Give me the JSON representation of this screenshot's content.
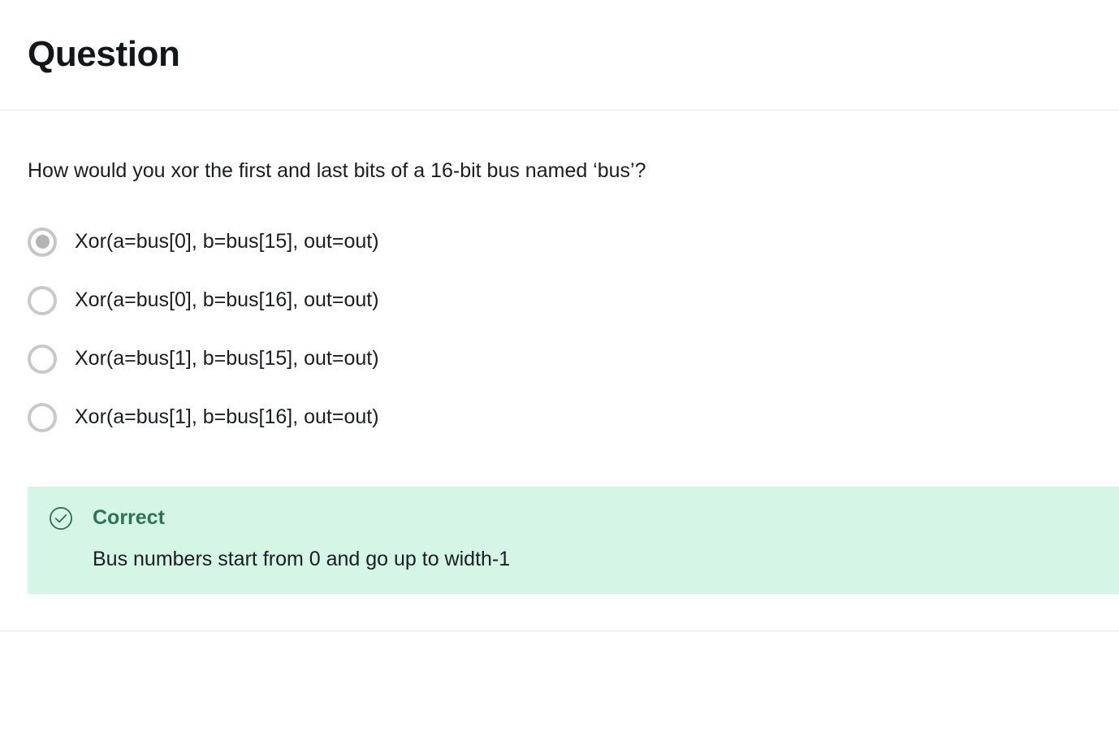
{
  "header": {
    "title": "Question"
  },
  "question": {
    "prompt": "How would you xor the first and last bits of a 16-bit bus named ‘bus’?",
    "options": [
      {
        "label": "Xor(a=bus[0], b=bus[15], out=out)",
        "selected": true
      },
      {
        "label": "Xor(a=bus[0], b=bus[16], out=out)",
        "selected": false
      },
      {
        "label": "Xor(a=bus[1], b=bus[15], out=out)",
        "selected": false
      },
      {
        "label": "Xor(a=bus[1], b=bus[16], out=out)",
        "selected": false
      }
    ]
  },
  "feedback": {
    "status": "Correct",
    "explanation": "Bus numbers start from 0 and go up to width-1",
    "icon": "check-circle-icon",
    "background_color": "#d5f6e6",
    "title_color": "#2e7355",
    "icon_color": "#2e7355"
  },
  "colors": {
    "page_background": "#ffffff",
    "text": "#1a1d21",
    "divider": "#e3e3e3",
    "radio_ring": "#c9c9c9",
    "radio_dot": "#b4b4b4"
  }
}
